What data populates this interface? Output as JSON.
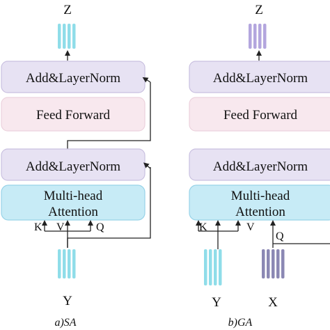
{
  "colors": {
    "addnorm_fill": "#e7e2f3",
    "addnorm_stroke": "#c9c0e0",
    "ff_fill": "#f8e8ee",
    "ff_stroke": "#ecd2dd",
    "mha_fill": "#c7ebf6",
    "mha_stroke": "#98d3e8",
    "token_cyan": "#8fdde9",
    "token_purple": "#b3a6de",
    "token_grey": "#8b88b4",
    "line": "#222222"
  },
  "left": {
    "output_label": "Z",
    "top_addnorm": "Add&LayerNorm",
    "feed_forward": "Feed Forward",
    "bottom_addnorm": "Add&LayerNorm",
    "attention_line1": "Multi-head",
    "attention_line2": "Attention",
    "k_label": "K",
    "v_label": "V",
    "q_label": "Q",
    "input_label": "Y",
    "caption_prefix": "a)",
    "caption_name": "SA"
  },
  "right": {
    "output_label": "Z",
    "top_addnorm": "Add&LayerNorm",
    "feed_forward": "Feed Forward",
    "bottom_addnorm": "Add&LayerNorm",
    "attention_line1": "Multi-head",
    "attention_line2": "Attention",
    "k_label": "K",
    "v_label": "V",
    "q_label": "Q",
    "input1_label": "Y",
    "input2_label": "X",
    "caption_prefix": "b)",
    "caption_name": "GA"
  }
}
